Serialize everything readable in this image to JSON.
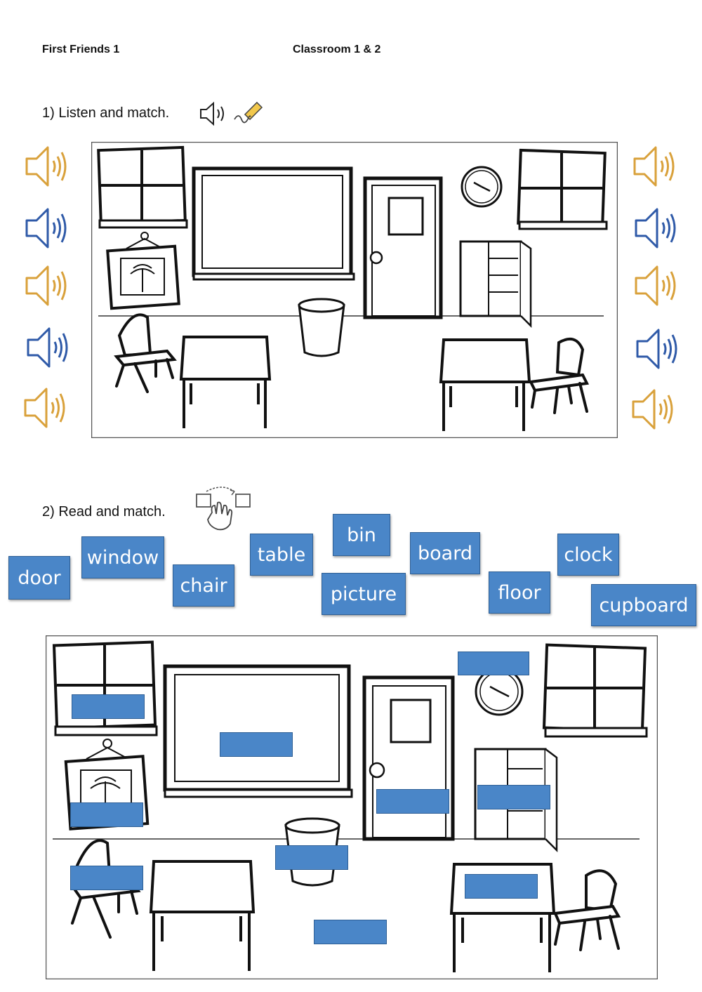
{
  "header": {
    "left": "First Friends 1",
    "center": "Classroom 1 & 2"
  },
  "section1": {
    "instruction": "1) Listen and match.",
    "speaker_colors": {
      "gold": "#d9a13b",
      "blue": "#2f5aa8"
    }
  },
  "section2": {
    "instruction": "2) Read and match.",
    "words": [
      "door",
      "window",
      "chair",
      "table",
      "bin",
      "picture",
      "board",
      "floor",
      "clock",
      "cupboard"
    ]
  },
  "colors": {
    "tile": "#4a86c8",
    "tile_border": "#2e5f95"
  }
}
